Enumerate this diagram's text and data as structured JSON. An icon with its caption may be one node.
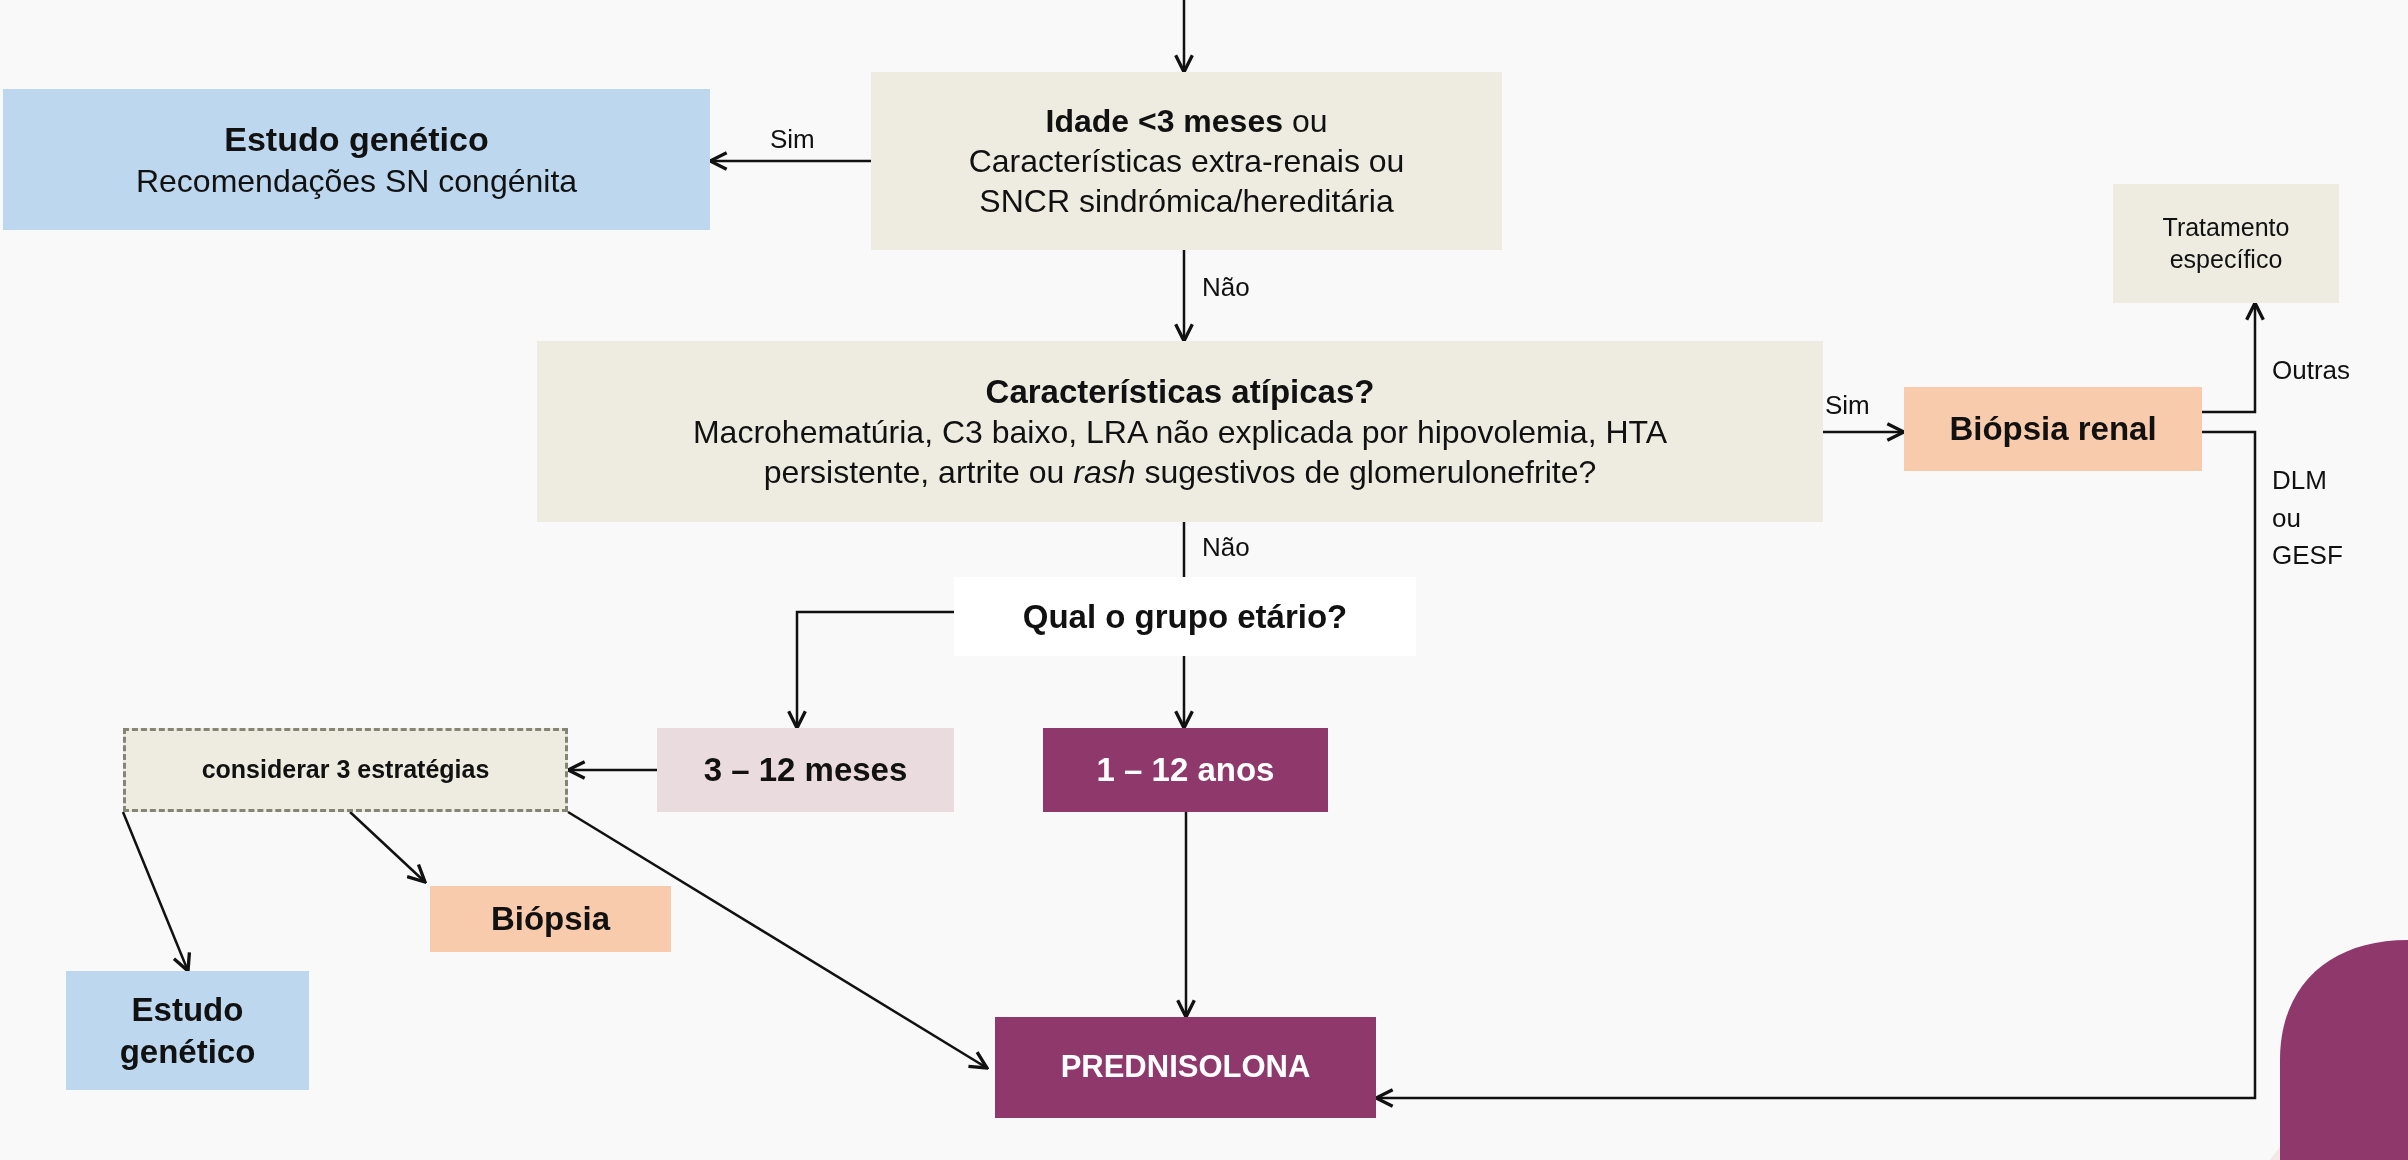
{
  "diagram": {
    "nodes": [
      {
        "text": [
          "Estudo genético",
          "Recomendações SN congénita"
        ]
      },
      {
        "text": [
          "**Idade <3 meses** ou Características extra-renais ou SNCR sindrómica/hereditária"
        ]
      },
      {
        "text": [
          "Tratamento específico"
        ]
      },
      {
        "text": [
          "Características atípicas?",
          "Macrohematúria, C3 baixo, LRA não explicada por hipovolemia, HTA persistente, artrite ou *rash* sugestivos de glomerulonefrite?"
        ]
      },
      {
        "text": [
          "Biópsia renal"
        ]
      },
      {
        "text": [
          "Qual o grupo etário?"
        ]
      },
      {
        "text": [
          "considerar 3 estratégias"
        ]
      },
      {
        "text": [
          "3 – 12 meses"
        ]
      },
      {
        "text": [
          "1 – 12 anos"
        ]
      },
      {
        "text": [
          "Biópsia"
        ]
      },
      {
        "text": [
          "Estudo genético"
        ]
      },
      {
        "text": [
          "PREDNISOLONA"
        ]
      }
    ],
    "edges": [
      {
        "from": null,
        "to": 1,
        "arrow": "to"
      },
      {
        "from": 1,
        "to": 0,
        "arrow": "to",
        "label": "Sim"
      },
      {
        "from": 1,
        "to": 3,
        "arrow": "to",
        "label": "Não"
      },
      {
        "from": 3,
        "to": 4,
        "arrow": "to",
        "label": "Sim"
      },
      {
        "from": 4,
        "to": 2,
        "arrow": "to",
        "label": "Outras"
      },
      {
        "from": 4,
        "to": 11,
        "arrow": "to",
        "label": "DLM ou GESF"
      },
      {
        "from": 3,
        "to": 5,
        "arrow": "none",
        "label": "Não"
      },
      {
        "from": 5,
        "to": 7,
        "arrow": "to"
      },
      {
        "from": 5,
        "to": 8,
        "arrow": "to"
      },
      {
        "from": 7,
        "to": 6,
        "arrow": "to"
      },
      {
        "from": 6,
        "to": 10,
        "arrow": "to"
      },
      {
        "from": 6,
        "to": 9,
        "arrow": "to"
      },
      {
        "from": 6,
        "to": 11,
        "arrow": "to"
      },
      {
        "from": 8,
        "to": 11,
        "arrow": "to"
      }
    ]
  }
}
